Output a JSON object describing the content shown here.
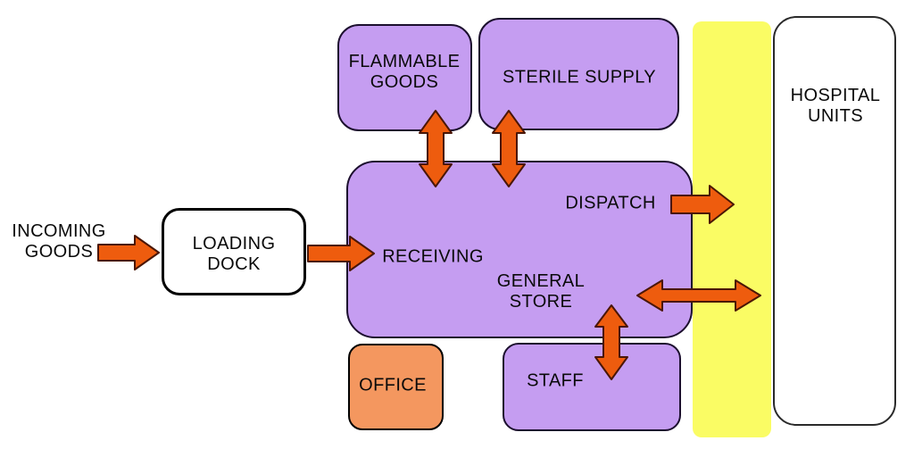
{
  "diagram": {
    "type": "flow-diagram",
    "subject": "hospital-supply-logistics",
    "nodes": {
      "incoming_goods": {
        "label": "INCOMING\nGOODS",
        "kind": "free-text"
      },
      "loading_dock": {
        "label": "LOADING\nDOCK",
        "fill": "#ffffff"
      },
      "flammable_goods": {
        "label": "FLAMMABLE\nGOODS",
        "fill": "#c59df1"
      },
      "sterile_supply": {
        "label": "STERILE SUPPLY",
        "fill": "#c59df1"
      },
      "general_store": {
        "label": "GENERAL\nSTORE",
        "fill": "#c59df1",
        "sublabels": {
          "receiving": "RECEIVING",
          "dispatch": "DISPATCH"
        }
      },
      "office": {
        "label": "OFFICE",
        "fill": "#f4975f"
      },
      "staff": {
        "label": "STAFF",
        "fill": "#c59df1"
      },
      "corridor": {
        "label": "",
        "fill": "#fafc64"
      },
      "hospital_units": {
        "label": "HOSPITAL\nUNITS",
        "fill": "#ffffff"
      }
    },
    "arrows": [
      {
        "name": "incoming-goods-to-loading-dock",
        "from": "incoming_goods",
        "to": "loading_dock",
        "direction": "right",
        "heads": 1
      },
      {
        "name": "loading-dock-to-receiving",
        "from": "loading_dock",
        "to": "general_store",
        "direction": "right",
        "heads": 1
      },
      {
        "name": "flammable-goods-general-store",
        "from": "flammable_goods",
        "to": "general_store",
        "direction": "vertical",
        "heads": 2
      },
      {
        "name": "sterile-supply-general-store",
        "from": "sterile_supply",
        "to": "general_store",
        "direction": "vertical",
        "heads": 2
      },
      {
        "name": "dispatch-to-hospital-units",
        "from": "general_store",
        "to": "hospital_units",
        "direction": "right",
        "heads": 1
      },
      {
        "name": "general-store-hospital-units",
        "from": "general_store",
        "to": "hospital_units",
        "direction": "horizontal",
        "heads": 2
      },
      {
        "name": "general-store-staff",
        "from": "general_store",
        "to": "staff",
        "direction": "vertical",
        "heads": 2
      }
    ]
  },
  "colors": {
    "background": "#ffffff",
    "node-purple": "#c59df1",
    "node-orange": "#f4975f",
    "node-white": "#ffffff",
    "corridor-yellow": "#fafc64",
    "arrow-orange": "#ee5c0e",
    "arrow-outline": "#4a1606",
    "border-dark": "#1c0f2e",
    "border-black": "#000000",
    "text-black": "#0a0a0a"
  }
}
